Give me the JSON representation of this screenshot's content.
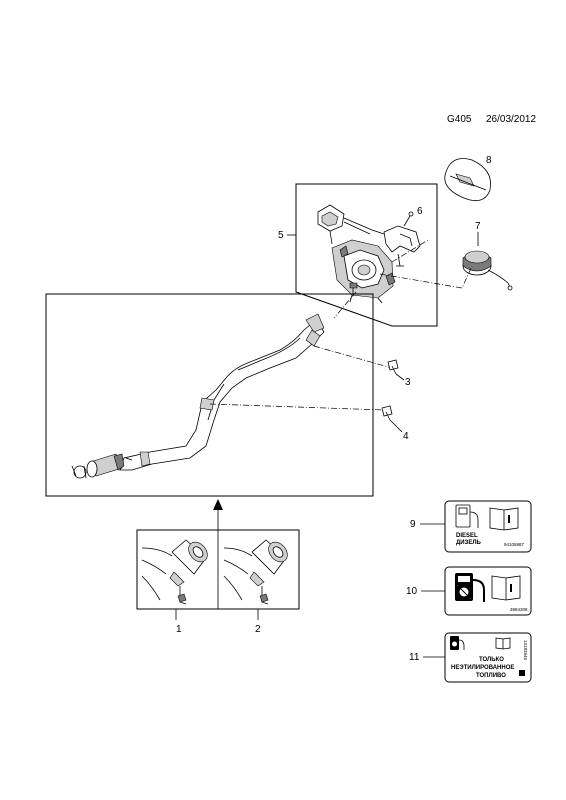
{
  "header": {
    "code": "G405",
    "date": "26/03/2012"
  },
  "callouts": [
    "1",
    "2",
    "3",
    "4",
    "5",
    "6",
    "7",
    "8",
    "9",
    "10",
    "11"
  ],
  "labels": {
    "l9_a": "DIESEL",
    "l9_b": "ДИЗЕЛЬ",
    "l9_code": "94105887",
    "l10_code": "3984308",
    "l11_a": "ТОЛЬКО",
    "l11_b": "НЕЭТИЛИРОВАННОЕ",
    "l11_c": "ТОПЛИВО",
    "l11_code": "13183946"
  }
}
